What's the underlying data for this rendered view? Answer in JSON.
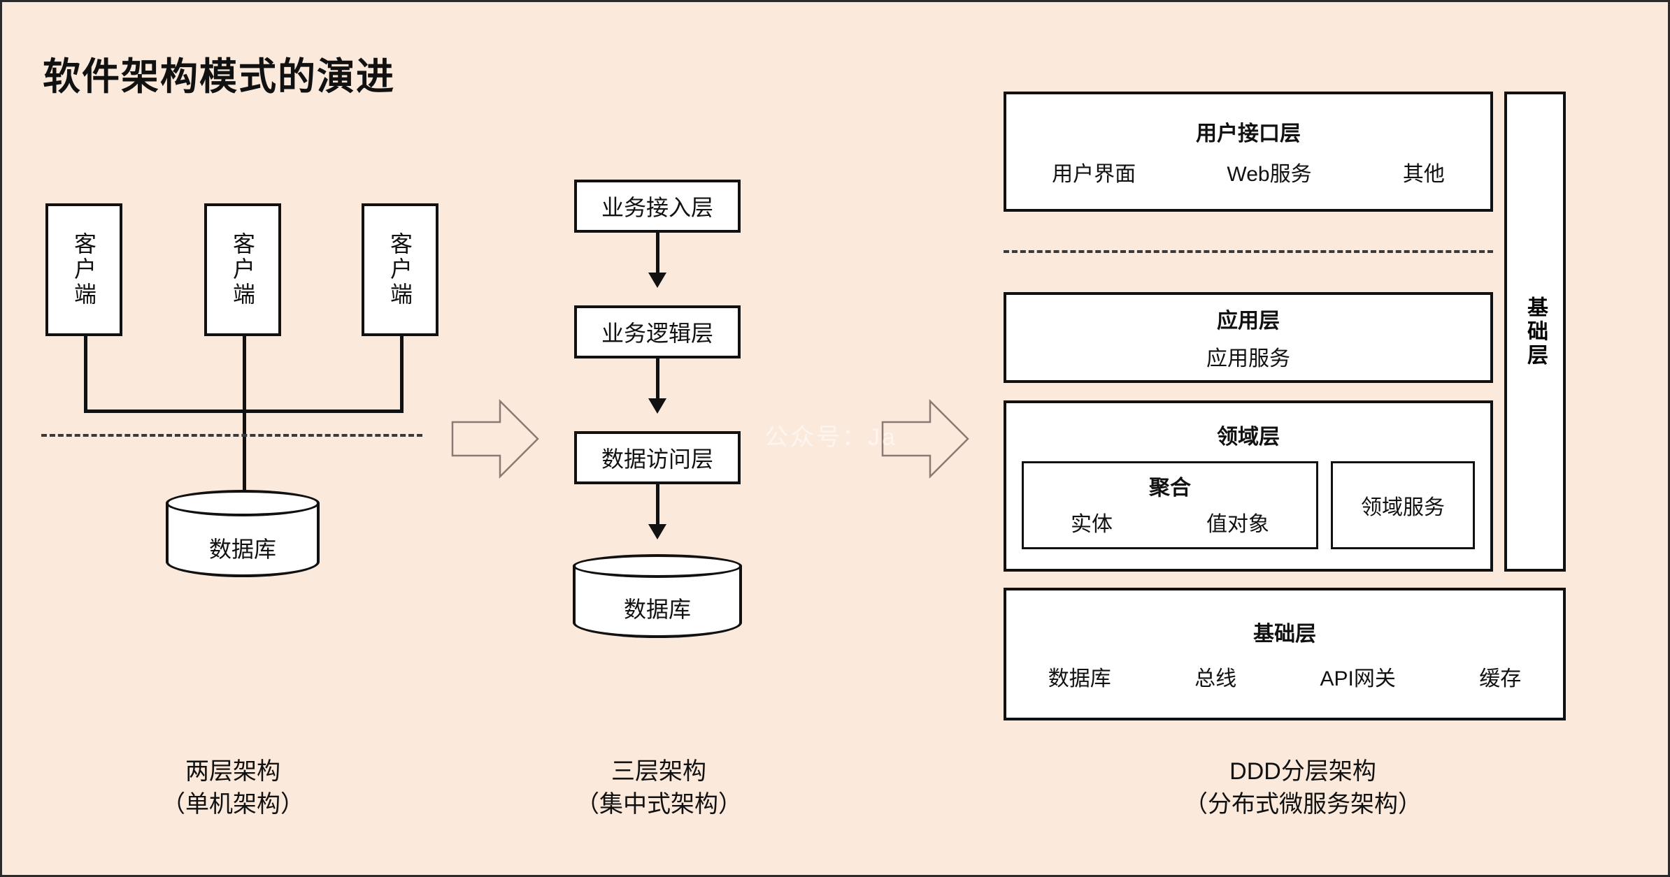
{
  "page": {
    "title": "软件架构模式的演进",
    "background_color": "#fbe9dc",
    "border_color": "#2b2b2b",
    "box_fill": "#ffffff",
    "line_color": "#111111",
    "watermark": "公众号：Ja"
  },
  "two_tier": {
    "clients": [
      {
        "label": "客户端"
      },
      {
        "label": "客户端"
      },
      {
        "label": "客户端"
      }
    ],
    "database": {
      "label": "数据库"
    },
    "caption_line1": "两层架构",
    "caption_line2": "（单机架构）"
  },
  "three_tier": {
    "layers": [
      {
        "label": "业务接入层"
      },
      {
        "label": "业务逻辑层"
      },
      {
        "label": "数据访问层"
      }
    ],
    "database": {
      "label": "数据库"
    },
    "caption_line1": "三层架构",
    "caption_line2": "（集中式架构）"
  },
  "ddd": {
    "user_interface_layer": {
      "title": "用户接口层",
      "items": [
        "用户界面",
        "Web服务",
        "其他"
      ]
    },
    "application_layer": {
      "title": "应用层",
      "items": [
        "应用服务"
      ]
    },
    "domain_layer": {
      "title": "领域层",
      "aggregate": {
        "title": "聚合",
        "items": [
          "实体",
          "值对象"
        ]
      },
      "domain_service": {
        "label": "领域服务"
      }
    },
    "infrastructure_layer": {
      "title": "基础层",
      "items": [
        "数据库",
        "总线",
        "API网关",
        "缓存"
      ]
    },
    "infrastructure_sidebar": {
      "label": "基础层"
    },
    "caption_line1": "DDD分层架构",
    "caption_line2": "（分布式微服务架构）"
  },
  "arrows": [
    {
      "name": "evolution-arrow-1"
    },
    {
      "name": "evolution-arrow-2"
    }
  ]
}
